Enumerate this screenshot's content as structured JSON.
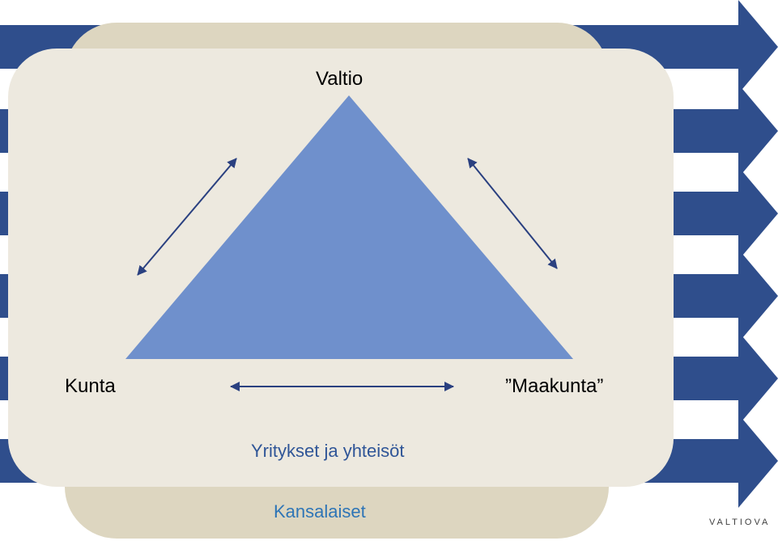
{
  "diagram": {
    "nodes": {
      "top": "Valtio",
      "left": "Kunta",
      "right": "”Maakunta”"
    },
    "inner_box_label": "Yritykset ja yhteisöt",
    "outer_box_label": "Kansalaiset",
    "relations": [
      {
        "from": "Kunta",
        "to": "Valtio",
        "type": "bidirectional"
      },
      {
        "from": "Valtio",
        "to": "”Maakunta”",
        "type": "bidirectional"
      },
      {
        "from": "Kunta",
        "to": "”Maakunta”",
        "type": "bidirectional"
      }
    ]
  },
  "branding": {
    "logo_text": "VALTIOVA"
  },
  "colors": {
    "background_arrows": "#2f4e8c",
    "outer_box": "#ddd6c0",
    "inner_box": "#ede9df",
    "triangle": "#6f90cc",
    "relation_arrows": "#2a4080",
    "inner_label": "#2f5597",
    "outer_label": "#2e75b6"
  }
}
